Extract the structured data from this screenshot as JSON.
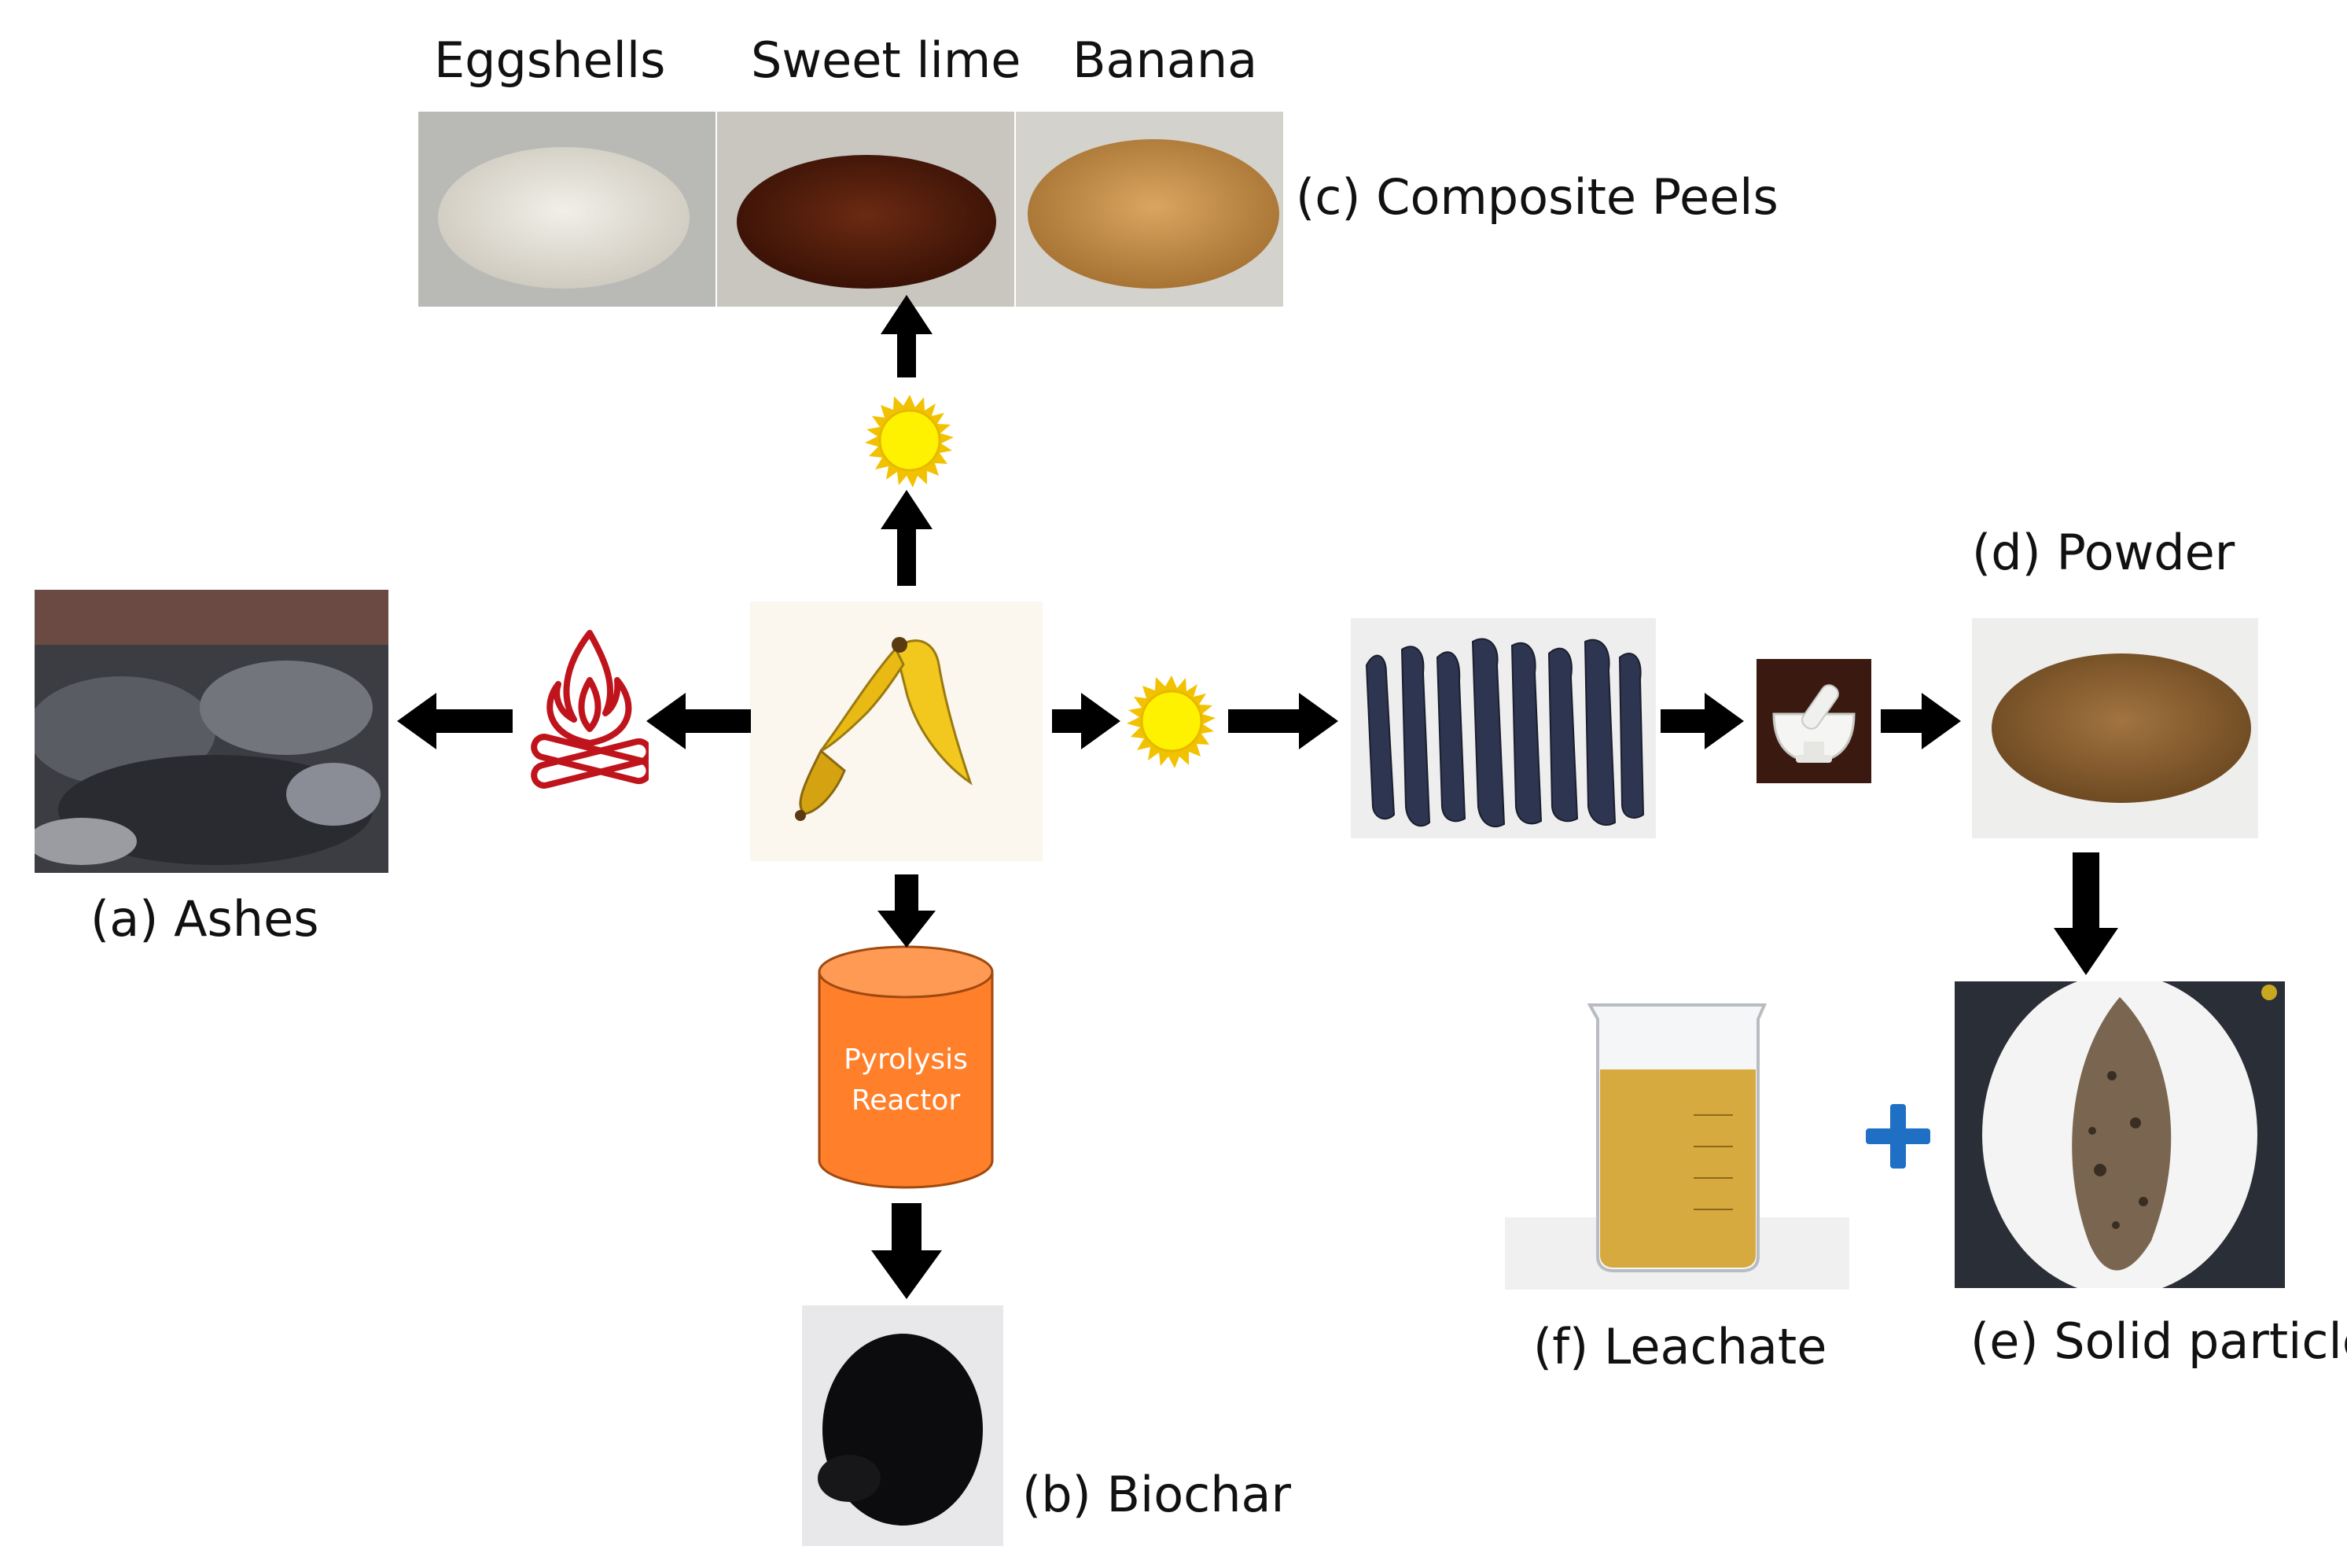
{
  "labels": {
    "eggshells": "Eggshells",
    "sweet_lime": "Sweet lime",
    "banana": "Banana",
    "composite_peels": "(c) Composite Peels",
    "ashes": "(a) Ashes",
    "biochar": "(b) Biochar",
    "powder": "(d) Powder",
    "solid_particles": "(e) Solid particles",
    "leachate": "(f) Leachate",
    "reactor_line1": "Pyrolysis",
    "reactor_line2": "Reactor"
  },
  "colors": {
    "arrow": "#000000",
    "sun_fill": "#fff200",
    "sun_rays": "#f2c200",
    "fire": "#c0141c",
    "reactor_fill": "#ff7f2a",
    "reactor_stroke": "#a04a10",
    "plus": "#1f6fc5"
  },
  "icons": [
    "sun-icon",
    "campfire-icon",
    "plus-icon",
    "mortar-pestle-icon"
  ]
}
